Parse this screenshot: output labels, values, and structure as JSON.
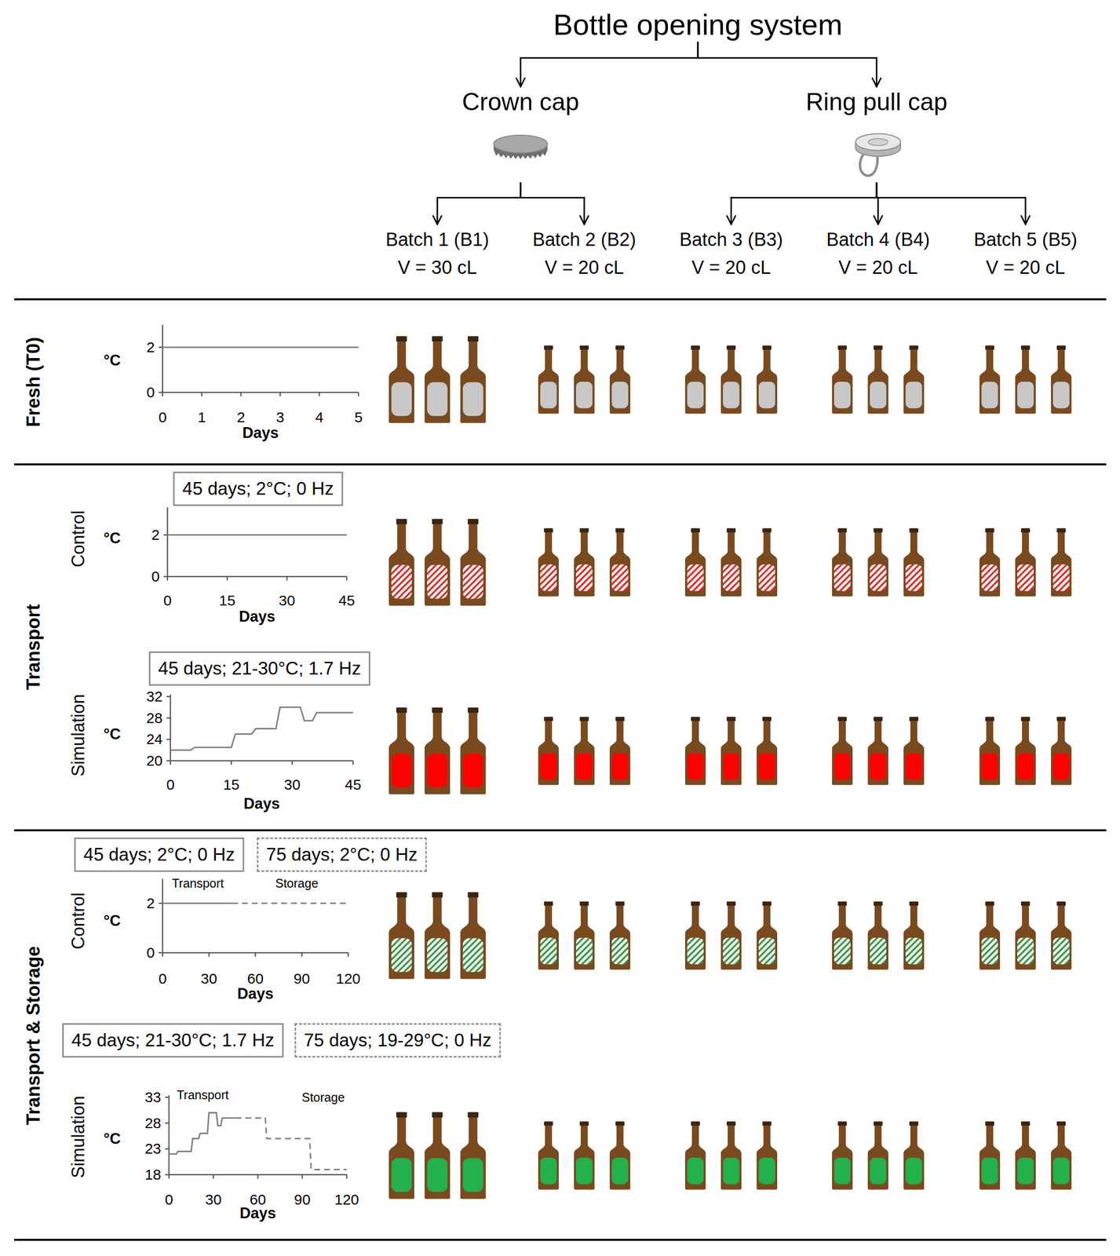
{
  "diagram": {
    "nodes": [
      {
        "text": [
          "Bottle opening system"
        ]
      },
      {
        "text": [
          "Crown cap"
        ]
      },
      {
        "text": [
          "Ring pull cap"
        ]
      },
      {
        "text": [
          "Batch 1 (B1)",
          "V = 30 cL"
        ]
      },
      {
        "text": [
          "Batch 2 (B2)",
          "V = 20 cL"
        ]
      },
      {
        "text": [
          "Batch 3 (B3)",
          "V = 20 cL"
        ]
      },
      {
        "text": [
          "Batch 4 (B4)",
          "V = 20 cL"
        ]
      },
      {
        "text": [
          "Batch 5 (B5)",
          "V = 20 cL"
        ]
      },
      {
        "text": [
          "45 days; 2°C; 0 Hz"
        ]
      },
      {
        "text": [
          "45 days; 21-30°C; 1.7 Hz"
        ]
      },
      {
        "text": [
          "45 days; 2°C; 0 Hz"
        ]
      },
      {
        "text": [
          "75 days; 2°C; 0 Hz"
        ]
      },
      {
        "text": [
          "45 days; 21-30°C; 1.7 Hz"
        ]
      },
      {
        "text": [
          "75 days; 19-29°C; 0 Hz"
        ]
      }
    ],
    "edges": [
      {
        "from": 0,
        "to": 1,
        "arrow": "to"
      },
      {
        "from": 0,
        "to": 2,
        "arrow": "to"
      },
      {
        "from": 1,
        "to": 3,
        "arrow": "to"
      },
      {
        "from": 1,
        "to": 4,
        "arrow": "to"
      },
      {
        "from": 2,
        "to": 5,
        "arrow": "to"
      },
      {
        "from": 2,
        "to": 6,
        "arrow": "to"
      },
      {
        "from": 2,
        "to": 7,
        "arrow": "to"
      }
    ],
    "labels": [
      "Fresh (T0)",
      "Transport",
      "Control",
      "Simulation",
      "Transport & Storage",
      "Control",
      "Simulation",
      "°C",
      "2",
      "0",
      "0",
      "1",
      "2",
      "3",
      "4",
      "5",
      "Days",
      "°C",
      "2",
      "0",
      "0",
      "15",
      "30",
      "45",
      "Days",
      "°C",
      "32",
      "28",
      "24",
      "20",
      "0",
      "15",
      "30",
      "45",
      "Days",
      "Transport",
      "Storage",
      "°C",
      "2",
      "0",
      "0",
      "30",
      "60",
      "90",
      "120",
      "Days",
      "Transport",
      "Storage",
      "°C",
      "33",
      "28",
      "23",
      "18",
      "0",
      "30",
      "60",
      "90",
      "120",
      "Days"
    ]
  }
}
